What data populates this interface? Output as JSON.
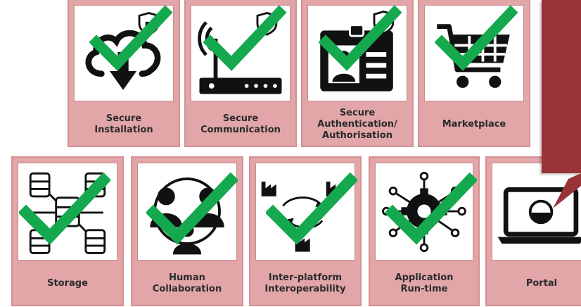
{
  "colors": {
    "tile_fill": "#e2a6a8",
    "tile_border": "#d38f92",
    "check": "#14a94f",
    "icon": "#111111",
    "callout": "#9a3337"
  },
  "tiles": [
    {
      "label": "Secure\nInstallation",
      "icon": "cloud-download-icon",
      "checked": true
    },
    {
      "label": "Secure\nCommunication",
      "icon": "wifi-router-icon",
      "checked": true
    },
    {
      "label": "Secure\nAuthentication/\nAuthorisation",
      "icon": "id-badge-icon",
      "checked": true
    },
    {
      "label": "Marketplace",
      "icon": "shopping-cart-icon",
      "checked": true
    },
    {
      "label": "Storage",
      "icon": "database-network-icon",
      "checked": true
    },
    {
      "label": "Human\nCollaboration",
      "icon": "people-collaboration-icon",
      "checked": true
    },
    {
      "label": "Inter-platform\nInteroperability",
      "icon": "factory-exchange-icon",
      "checked": true
    },
    {
      "label": "Application\nRun-time",
      "icon": "gear-network-icon",
      "checked": true
    },
    {
      "label": "Portal",
      "icon": "laptop-portal-icon",
      "checked": false
    }
  ]
}
